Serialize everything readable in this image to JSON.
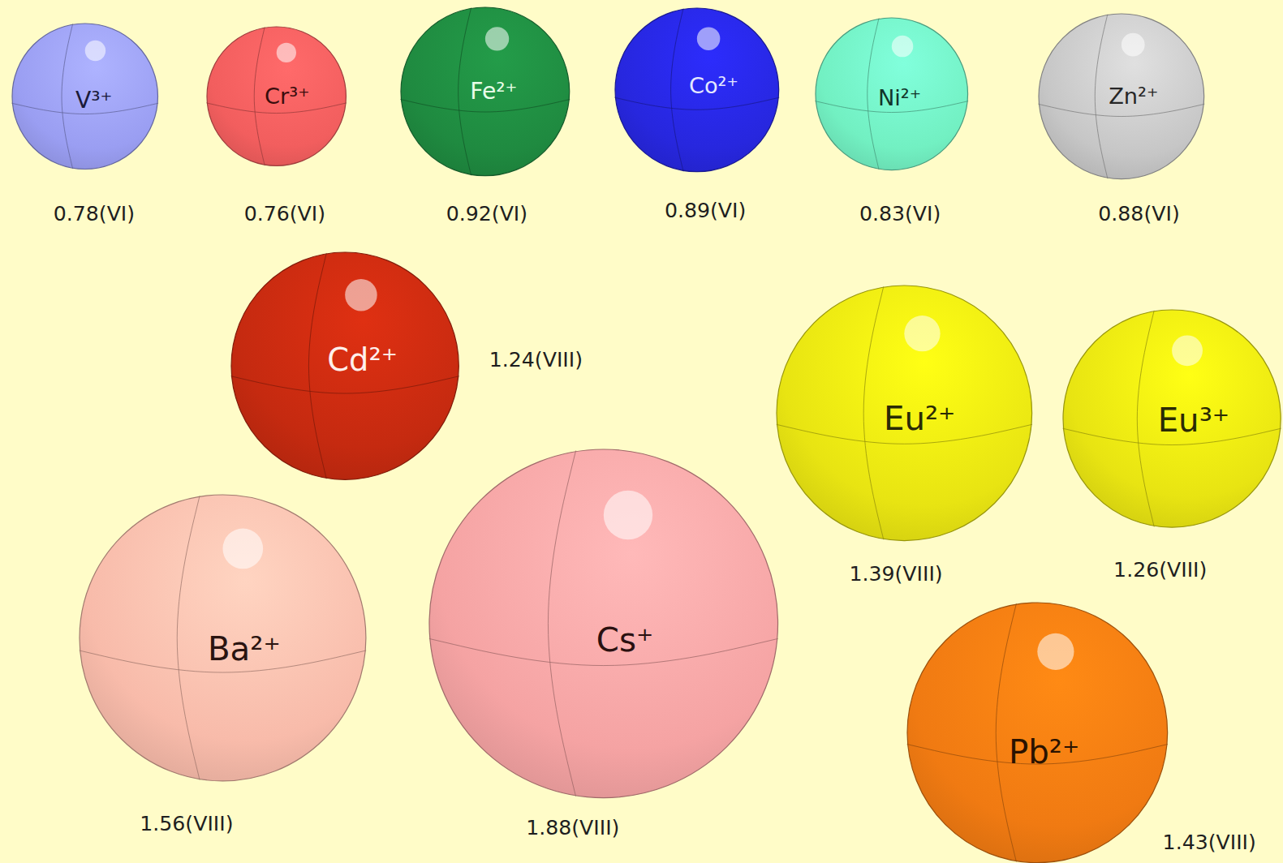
{
  "diagram": {
    "nodes": [
      {
        "text": [
          "V³⁺",
          "0.78(VI)"
        ]
      },
      {
        "text": [
          "Cr³⁺",
          "0.76(VI)"
        ]
      },
      {
        "text": [
          "Fe²⁺",
          "0.92(VI)"
        ]
      },
      {
        "text": [
          "Co²⁺",
          "0.89(VI)"
        ]
      },
      {
        "text": [
          "Ni²⁺",
          "0.83(VI)"
        ]
      },
      {
        "text": [
          "Zn²⁺",
          "0.88(VI)"
        ]
      },
      {
        "text": [
          "Cd²⁺",
          "1.24(VIII)"
        ]
      },
      {
        "text": [
          "Eu²⁺",
          "1.39(VIII)"
        ]
      },
      {
        "text": [
          "Eu³⁺",
          "1.26(VIII)"
        ]
      },
      {
        "text": [
          "Ba²⁺",
          "1.56(VIII)"
        ]
      },
      {
        "text": [
          "Cs⁺",
          "1.88(VIII)"
        ]
      },
      {
        "text": [
          "Pb²⁺",
          "1.43(VIII)"
        ]
      }
    ]
  }
}
